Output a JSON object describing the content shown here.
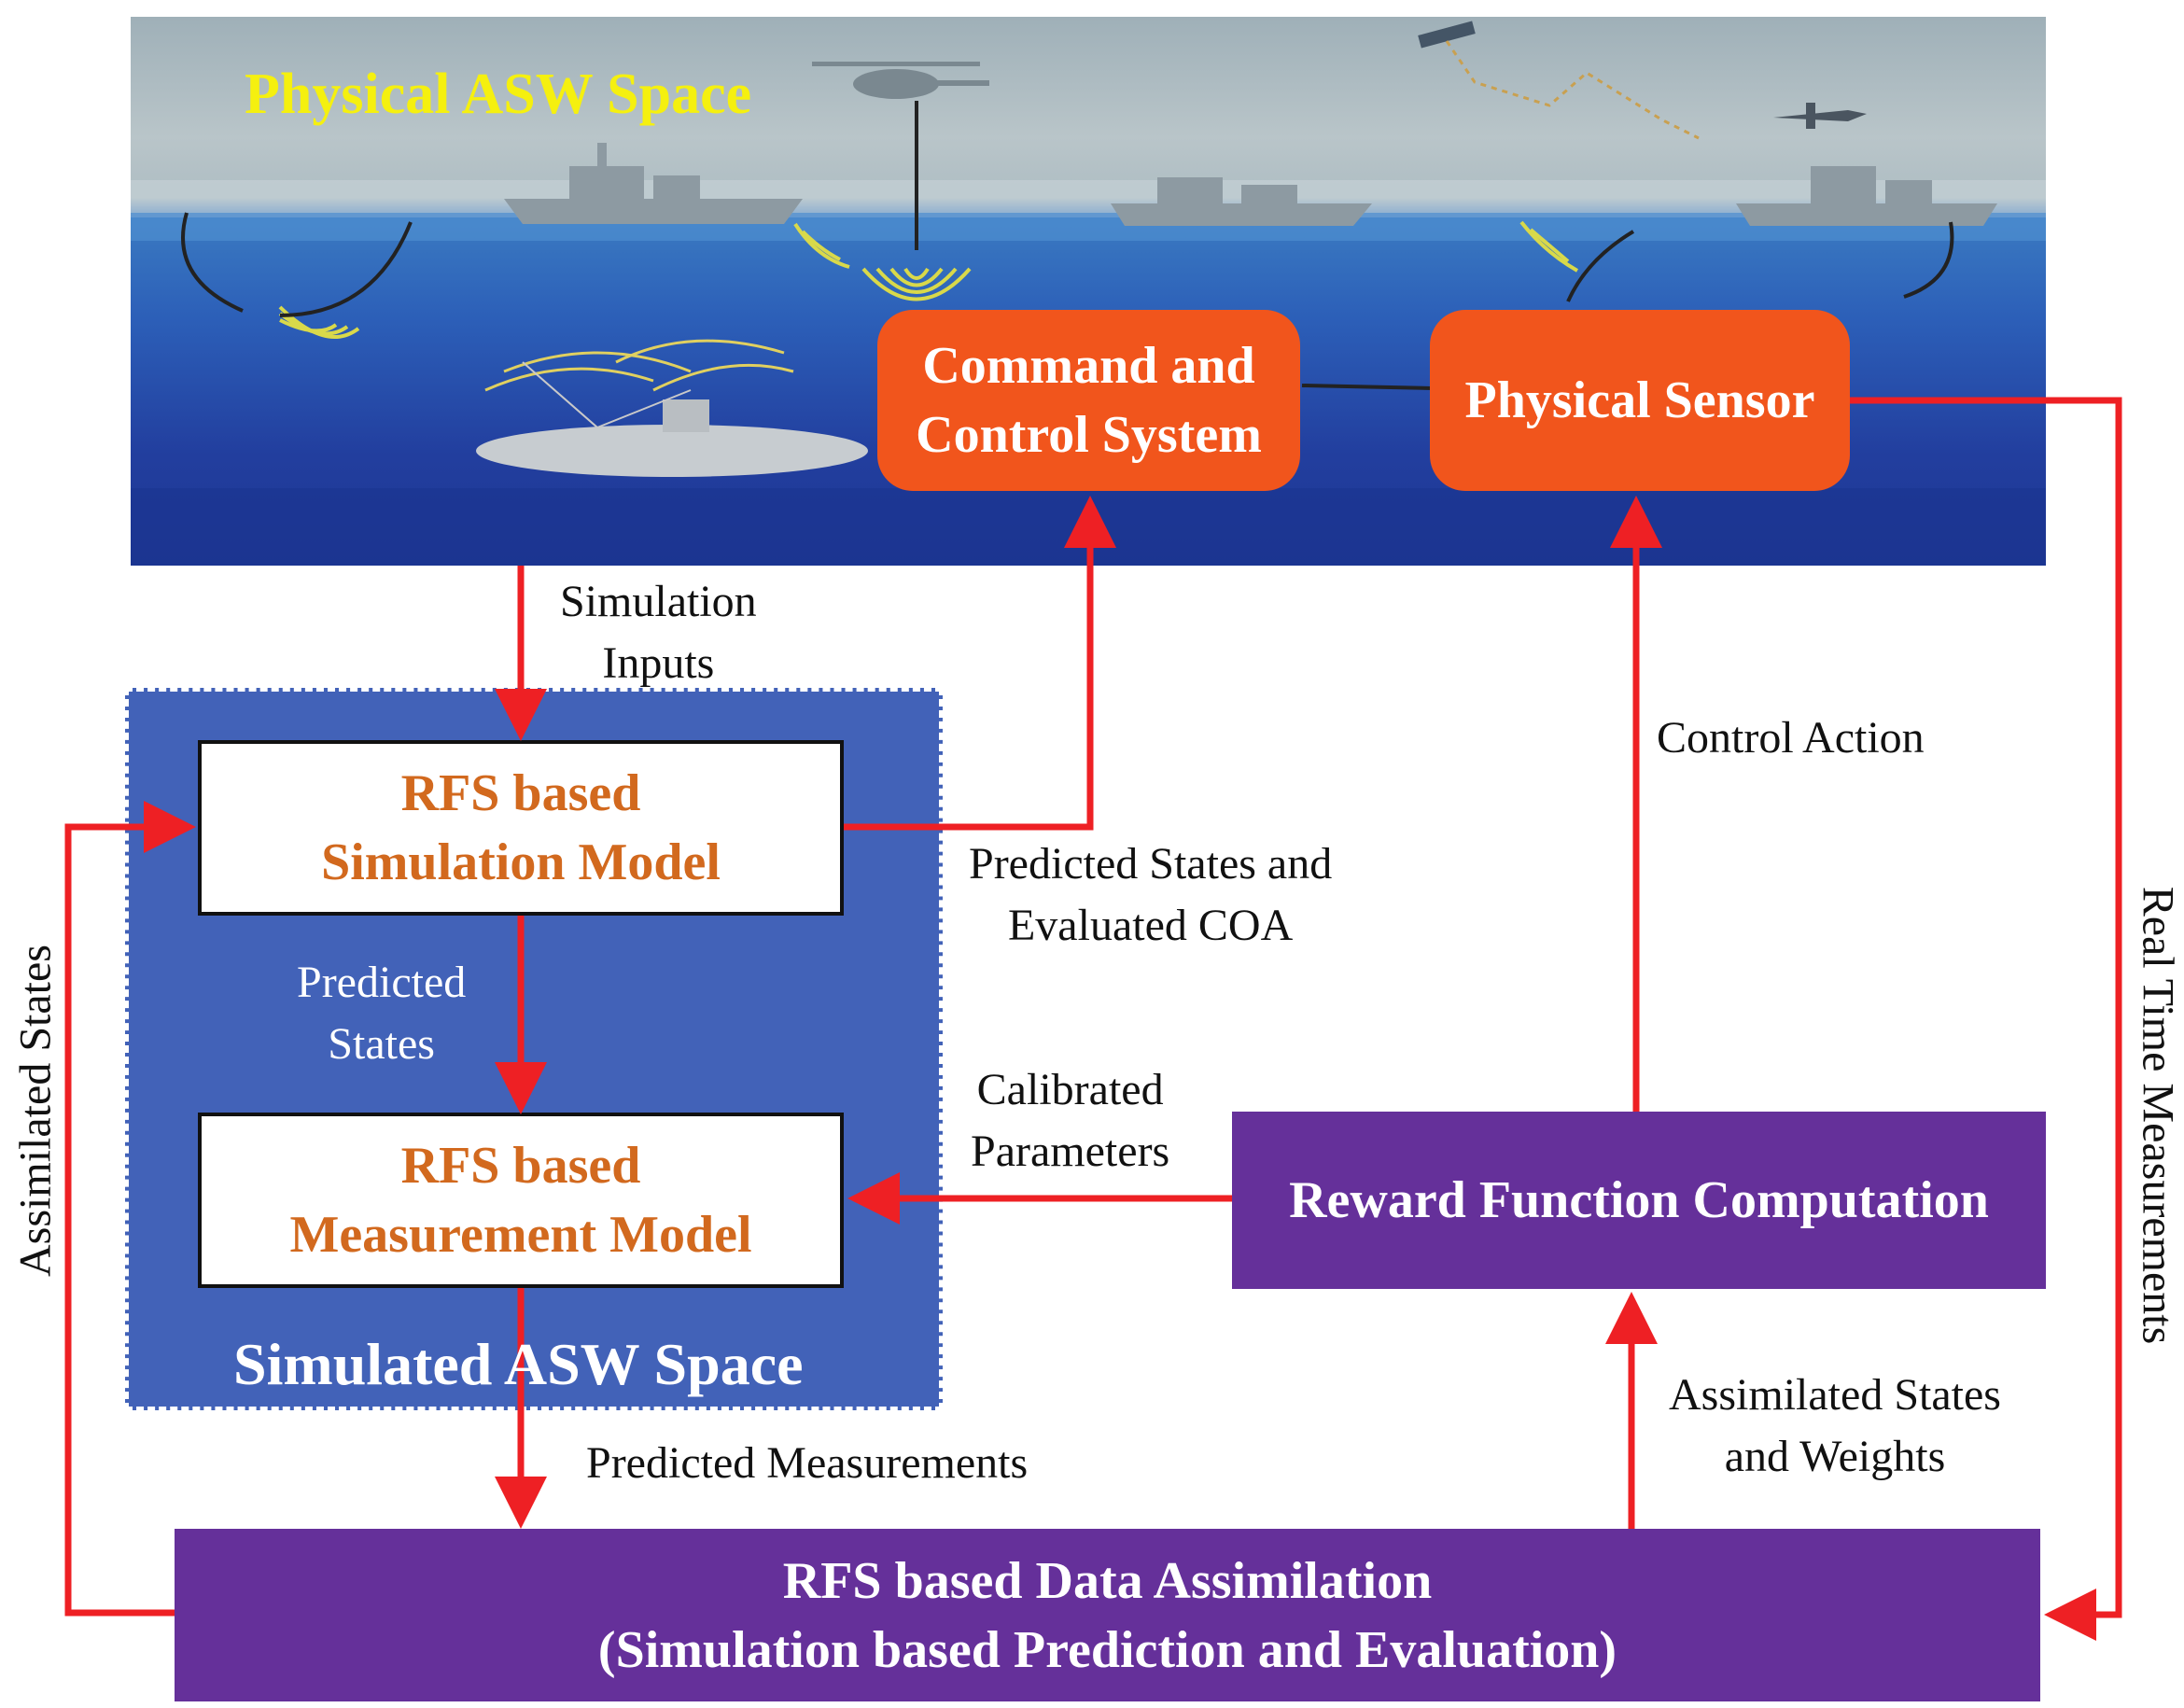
{
  "physical_space": {
    "title": "Physical ASW Space"
  },
  "command_box": {
    "line1": "Command and",
    "line2": "Control System"
  },
  "sensor_box": {
    "label": "Physical Sensor"
  },
  "simulated_space": {
    "title": "Simulated ASW Space"
  },
  "simulation_model": {
    "line1": "RFS based",
    "line2": "Simulation Model"
  },
  "measurement_model": {
    "line1": "RFS based",
    "line2": "Measurement Model"
  },
  "reward_box": {
    "label": "Reward Function Computation"
  },
  "assimilation_box": {
    "line1": "RFS based Data Assimilation",
    "line2": "(Simulation based Prediction and Evaluation)"
  },
  "edge_labels": {
    "simulation_inputs": [
      "Simulation",
      "Inputs"
    ],
    "predicted_states_coa": [
      "Predicted States and",
      "Evaluated COA"
    ],
    "predicted_states": [
      "Predicted",
      "States"
    ],
    "calibrated_parameters": [
      "Calibrated",
      "Parameters"
    ],
    "control_action": "Control Action",
    "predicted_measurements": "Predicted Measurements",
    "assimilated_states_weights": [
      "Assimilated States",
      "and Weights"
    ],
    "assimilated_states": "Assimilated States",
    "real_time_measurements": "Real Time Measurements"
  },
  "colors": {
    "arrow": "#ee2024",
    "orange_box": "#f1551c",
    "purple_box": "#65309a",
    "sim_space": "#4262b8",
    "node_text": "#d2691e",
    "title_yellow": "#f5f00f"
  }
}
